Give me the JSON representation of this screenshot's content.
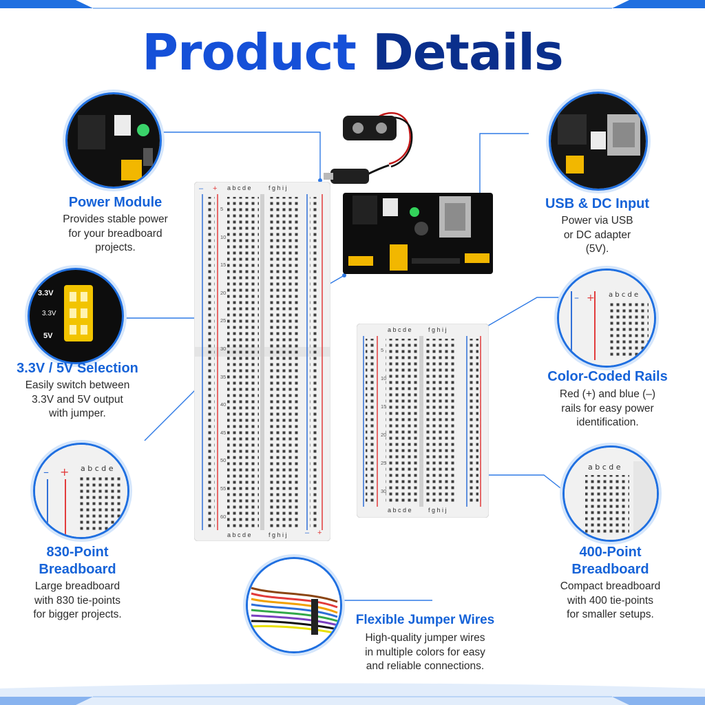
{
  "title": {
    "part1": "Product ",
    "part2": "Details"
  },
  "features": {
    "power_module": {
      "title": "Power Module",
      "desc": [
        "Provides stable power",
        "for your breadboard",
        "projects."
      ]
    },
    "usb_dc": {
      "title": "USB & DC Input",
      "desc": [
        "Power via USB",
        "or DC adapter",
        "(5V)."
      ]
    },
    "voltage": {
      "title": "3.3V / 5V Selection",
      "desc": [
        "Easily switch between",
        "3.3V and 5V output",
        "with jumper."
      ]
    },
    "rails": {
      "title": "Color-Coded Rails",
      "desc": [
        "Red (+) and blue (–)",
        "rails for easy power",
        "identification."
      ]
    },
    "bb830": {
      "title": [
        "830-Point",
        "Breadboard"
      ],
      "desc": [
        "Large breadboard",
        "with 830 tie-points",
        "for bigger projects."
      ]
    },
    "bb400": {
      "title": [
        "400-Point",
        "Breadboard"
      ],
      "desc": [
        "Compact breadboard",
        "with 400 tie-points",
        "for smaller setups."
      ]
    },
    "jumper": {
      "title": "Flexible Jumper Wires",
      "desc": [
        "High-quality jumper wires",
        "in multiple colors for easy",
        "and reliable connections."
      ]
    }
  },
  "voltage_labels": [
    "3.3V",
    "3.3V",
    "5V"
  ],
  "board_labels": {
    "cols_left": "a b c d e",
    "cols_right": "f g h i j",
    "rows_830": [
      "5",
      "10",
      "15",
      "20",
      "25",
      "30",
      "35",
      "40",
      "45",
      "50",
      "55",
      "60"
    ],
    "rows_400": [
      "5",
      "10",
      "15",
      "20",
      "25",
      "30"
    ],
    "plus": "+",
    "minus": "–"
  },
  "colors": {
    "accent": "#1663d8",
    "title_dark": "#0a2f8c",
    "rail_red": "#e23b3b",
    "rail_blue": "#2f6fd8"
  }
}
